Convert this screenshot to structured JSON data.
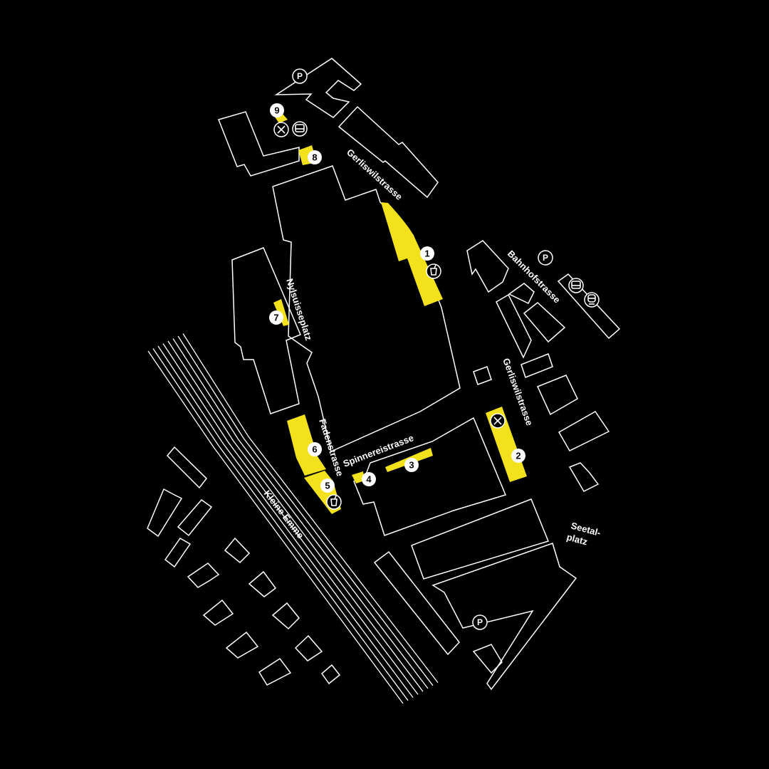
{
  "map": {
    "accent_color": "#f2e11b",
    "streets": {
      "gerliswil_north": "Gerliswilstrasse",
      "gerliswil_east": "Gerliswilstrasse",
      "bahnhof": "Bahnhofstrasse",
      "nylsuisse": "Nylsuisseplatz",
      "faden": "Fadenstrasse",
      "spinnerei": "Spinnereistrasse",
      "river": "Kleine Emme",
      "seetal_1": "Seetal-",
      "seetal_2": "platz"
    },
    "markers": [
      "1",
      "2",
      "3",
      "4",
      "5",
      "6",
      "7",
      "8",
      "9"
    ],
    "parking_label": "P",
    "icons": [
      "parking-icon",
      "bus-icon",
      "train-icon",
      "restaurant-icon",
      "drink-icon"
    ]
  }
}
